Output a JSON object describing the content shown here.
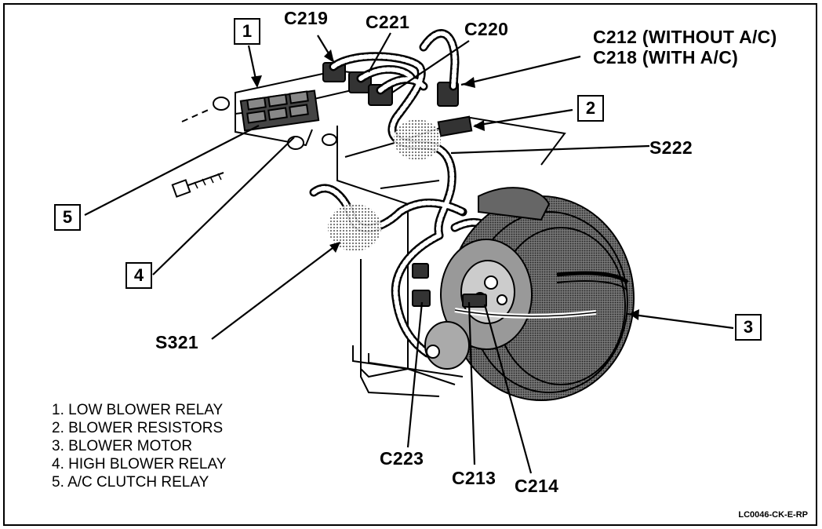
{
  "callouts": {
    "n1": "1",
    "n2": "2",
    "n3": "3",
    "n4": "4",
    "n5": "5"
  },
  "connectors": {
    "c219": "C219",
    "c221": "C221",
    "c220": "C220",
    "c212": "C212 (WITHOUT A/C)",
    "c218": "C218 (WITH A/C)",
    "s222": "S222",
    "s321": "S321",
    "c223": "C223",
    "c213": "C213",
    "c214": "C214"
  },
  "legend": [
    "1. LOW BLOWER RELAY",
    "2. BLOWER RESISTORS",
    "3. BLOWER MOTOR",
    "4. HIGH BLOWER RELAY",
    "5. A/C CLUTCH RELAY"
  ],
  "figure_ref": "LC0046-CK-E-RP"
}
